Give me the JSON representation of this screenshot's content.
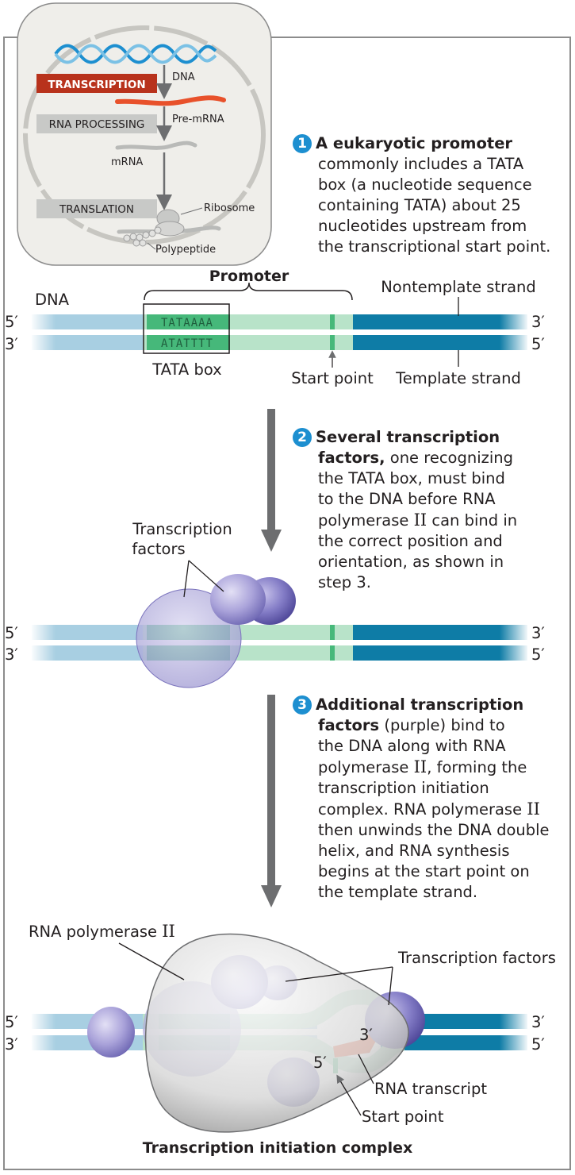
{
  "inset": {
    "transcription": "TRANSCRIPTION",
    "dna": "DNA",
    "rna_processing": "RNA PROCESSING",
    "pre_mrna": "Pre-mRNA",
    "mrna": "mRNA",
    "translation": "TRANSLATION",
    "ribosome": "Ribosome",
    "polypeptide": "Polypeptide",
    "colors": {
      "transcription_box": "#b8321c",
      "gray_box": "#c8c9c7",
      "panel": "#efeeea"
    }
  },
  "step1": {
    "number": "1",
    "bold": "A eukaryotic promoter",
    "lines": [
      "commonly includes a TATA",
      "box (a nucleotide sequence",
      "containing TATA) about 25",
      "nucleotides upstream from",
      "the transcriptional start point."
    ]
  },
  "step2": {
    "number": "2",
    "bold1": "Several transcription",
    "bold2": "factors,",
    "after_bold2": " one recognizing",
    "lines": [
      "the TATA box, must bind",
      "to the DNA before RNA"
    ],
    "pol_pre": "polymerase ",
    "roman": "II",
    "pol_post": " can bind in",
    "lines2": [
      "the correct position and",
      "orientation, as shown in",
      "step 3."
    ]
  },
  "step3": {
    "number": "3",
    "bold1": "Additional transcription",
    "bold2": "factors",
    "after_bold2": " (purple) bind to",
    "line2": "the DNA along with RNA",
    "pol_pre": "polymerase ",
    "roman": "II",
    "pol_post": ", forming the",
    "line4": "transcription initiation",
    "line5_pre": "complex. RNA polymerase ",
    "line5_roman": "II",
    "lines2": [
      "then unwinds the DNA double",
      "helix, and RNA synthesis",
      "begins at the start point on",
      "the template strand."
    ]
  },
  "panel1": {
    "promoter": "Promoter",
    "dna": "DNA",
    "nontemplate": "Nontemplate strand",
    "template": "Template strand",
    "tata_box": "TATA box",
    "start_point": "Start point",
    "seq_top": "TATAAAA",
    "seq_bottom": "ATATTTT",
    "five_prime": "5′",
    "three_prime": "3′"
  },
  "panel2": {
    "tf_label_1": "Transcription",
    "tf_label_2": "factors",
    "five_prime": "5′",
    "three_prime": "3′"
  },
  "panel3": {
    "rna_pol_pre": "RNA polymerase ",
    "rna_pol_roman": "II",
    "tf_label": "Transcription factors",
    "rna_transcript": "RNA transcript",
    "start_point": "Start point",
    "five_prime": "5′",
    "three_prime": "3′",
    "caption": "Transcription initiation complex"
  },
  "colors": {
    "dark_strand": "#0e7ca6",
    "light_strand": "#a8cfe2",
    "promoter_green": "#b8e3c9",
    "tata_green": "#46b87a",
    "protein_purple": "#9c96d2",
    "rna_red": "#e8512b",
    "step_badge": "#1d8fd0",
    "arrow_gray": "#6d6e70"
  }
}
